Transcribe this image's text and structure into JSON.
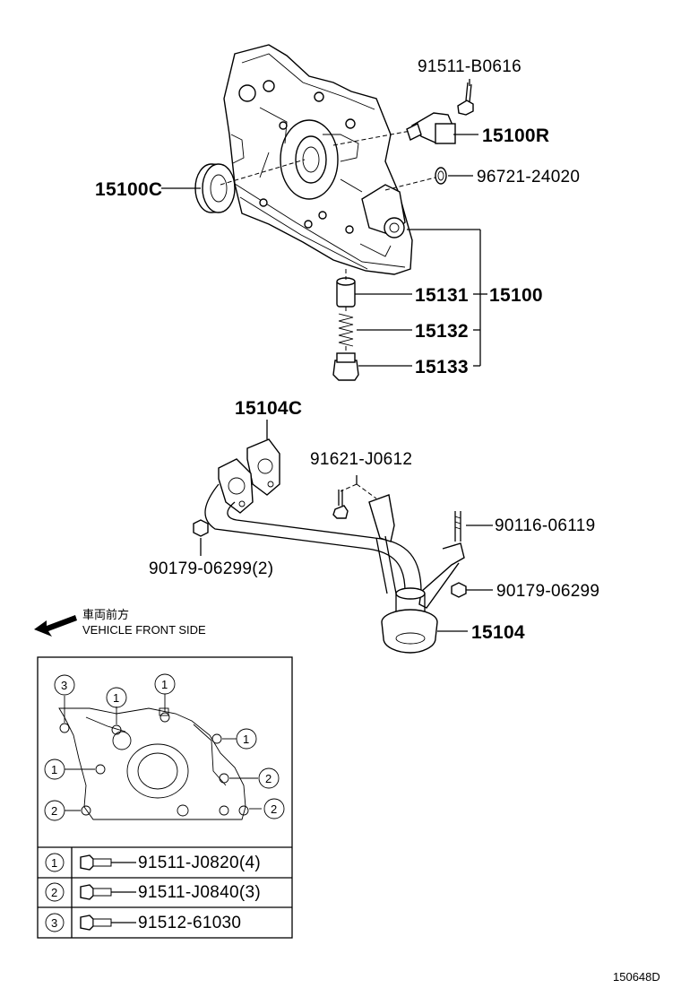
{
  "parts": {
    "p_91511_B0616": "91511-B0616",
    "p_15100R": "15100R",
    "p_96721_24020": "96721-24020",
    "p_15100C": "15100C",
    "p_15131": "15131",
    "p_15100": "15100",
    "p_15132": "15132",
    "p_15133": "15133",
    "p_15104C": "15104C",
    "p_91621_J0612": "91621-J0612",
    "p_90116_06119": "90116-06119",
    "p_90179_06299_2": "90179-06299(2)",
    "p_90179_06299": "90179-06299",
    "p_15104": "15104"
  },
  "direction": {
    "jp_label": "車両前方",
    "en_label": "VEHICLE FRONT SIDE"
  },
  "inset": {
    "callout_1": "1",
    "callout_2": "2",
    "callout_3": "3"
  },
  "legend": [
    {
      "key": "1",
      "part": "91511-J0820(4)"
    },
    {
      "key": "2",
      "part": "91511-J0840(3)"
    },
    {
      "key": "3",
      "part": "91512-61030"
    }
  ],
  "figure_id": "150648D"
}
